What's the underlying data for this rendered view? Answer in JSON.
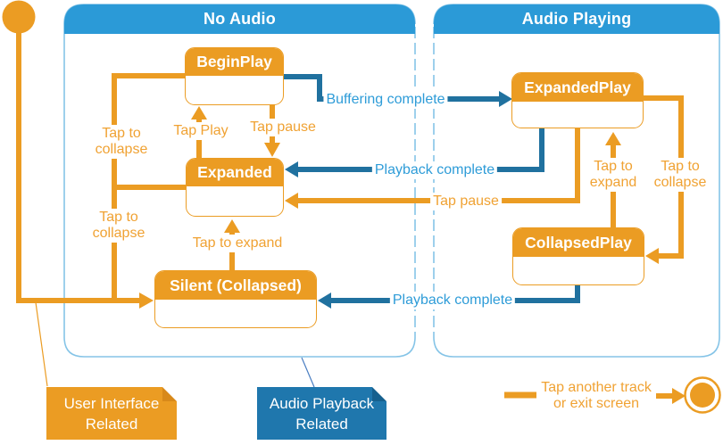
{
  "diagram_type": "state-machine",
  "regions": {
    "no_audio": {
      "title": "No Audio"
    },
    "audio_playing": {
      "title": "Audio Playing"
    }
  },
  "states": {
    "begin_play": {
      "label": "BeginPlay"
    },
    "expanded": {
      "label": "Expanded"
    },
    "silent": {
      "label": "Silent (Collapsed)"
    },
    "expanded_play": {
      "label": "ExpandedPlay"
    },
    "collapsed_play": {
      "label": "CollapsedPlay"
    }
  },
  "transitions": {
    "initial_to_silent": {
      "from": "initial",
      "to": "Silent (Collapsed)",
      "label": "",
      "kind": "user-interface"
    },
    "beginplay_tap_to_collapse": {
      "from": "BeginPlay",
      "to": "Silent (Collapsed)",
      "line1": "Tap to",
      "line2": "collapse",
      "kind": "user-interface"
    },
    "expanded_tap_to_collapse": {
      "from": "Expanded",
      "to": "Silent (Collapsed)",
      "line1": "Tap to",
      "line2": "collapse",
      "kind": "user-interface"
    },
    "tap_play": {
      "from": "Expanded",
      "to": "BeginPlay",
      "label": "Tap Play",
      "kind": "user-interface"
    },
    "beginplay_tap_pause": {
      "from": "BeginPlay",
      "to": "Expanded",
      "label": "Tap pause",
      "kind": "user-interface"
    },
    "silent_tap_to_expand": {
      "from": "Silent (Collapsed)",
      "to": "Expanded",
      "label": "Tap to expand",
      "kind": "user-interface"
    },
    "buffering_complete": {
      "from": "BeginPlay",
      "to": "ExpandedPlay",
      "label": "Buffering complete",
      "kind": "audio-playback"
    },
    "expandedplay_playback_complete": {
      "from": "ExpandedPlay",
      "to": "Expanded",
      "label": "Playback complete",
      "kind": "audio-playback"
    },
    "expandedplay_tap_pause": {
      "from": "ExpandedPlay",
      "to": "Expanded",
      "label": "Tap pause",
      "kind": "user-interface"
    },
    "collapsedplay_tap_to_expand": {
      "from": "CollapsedPlay",
      "to": "ExpandedPlay",
      "line1": "Tap to",
      "line2": "expand",
      "kind": "user-interface"
    },
    "expandedplay_tap_to_collapse": {
      "from": "ExpandedPlay",
      "to": "CollapsedPlay",
      "line1": "Tap to",
      "line2": "collapse",
      "kind": "user-interface"
    },
    "collapsedplay_playback_complete": {
      "from": "CollapsedPlay",
      "to": "Silent (Collapsed)",
      "label": "Playback complete",
      "kind": "audio-playback"
    }
  },
  "legend": {
    "ui_note": {
      "line1": "User Interface",
      "line2": "Related"
    },
    "audio_note": {
      "line1": "Audio Playback",
      "line2": "Related"
    },
    "exit": {
      "line1": "Tap another track",
      "line2": "or exit screen",
      "to": "final"
    }
  },
  "colors": {
    "orange": "#EB9C23",
    "orange_text": "#F0A233",
    "region_header_blue": "#2B9AD7",
    "region_border_blue": "#85C4E7",
    "arrow_dark_blue": "#20719F",
    "blue_text": "#2E9CD8",
    "note_blue": "#1F77AD"
  }
}
